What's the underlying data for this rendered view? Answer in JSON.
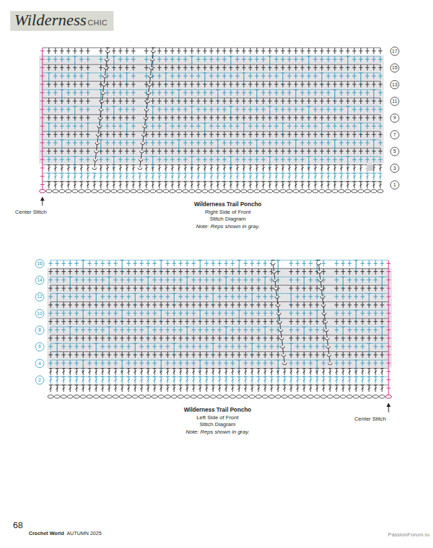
{
  "diagram": {
    "nodes": [
      {
        "text": [
          "Wilderness",
          "CHIC"
        ]
      }
    ],
    "labels": [
      "17",
      "15",
      "13",
      "11",
      "9",
      "7",
      "5",
      "3",
      "1",
      "Wilderness Trail Poncho",
      "Right Side of Front",
      "Stitch Diagram",
      "Note: Reps shown in gray.",
      "Center Stitch",
      "16",
      "14",
      "12",
      "10",
      "8",
      "6",
      "4",
      "2",
      "Wilderness Trail Poncho",
      "Left Side of Front",
      "Stitch Diagram",
      "Note: Reps shown in gray.",
      "Center Stitch",
      "68",
      "Crochet World",
      "AUTUMN 2025",
      "PassionForum.ru"
    ]
  }
}
